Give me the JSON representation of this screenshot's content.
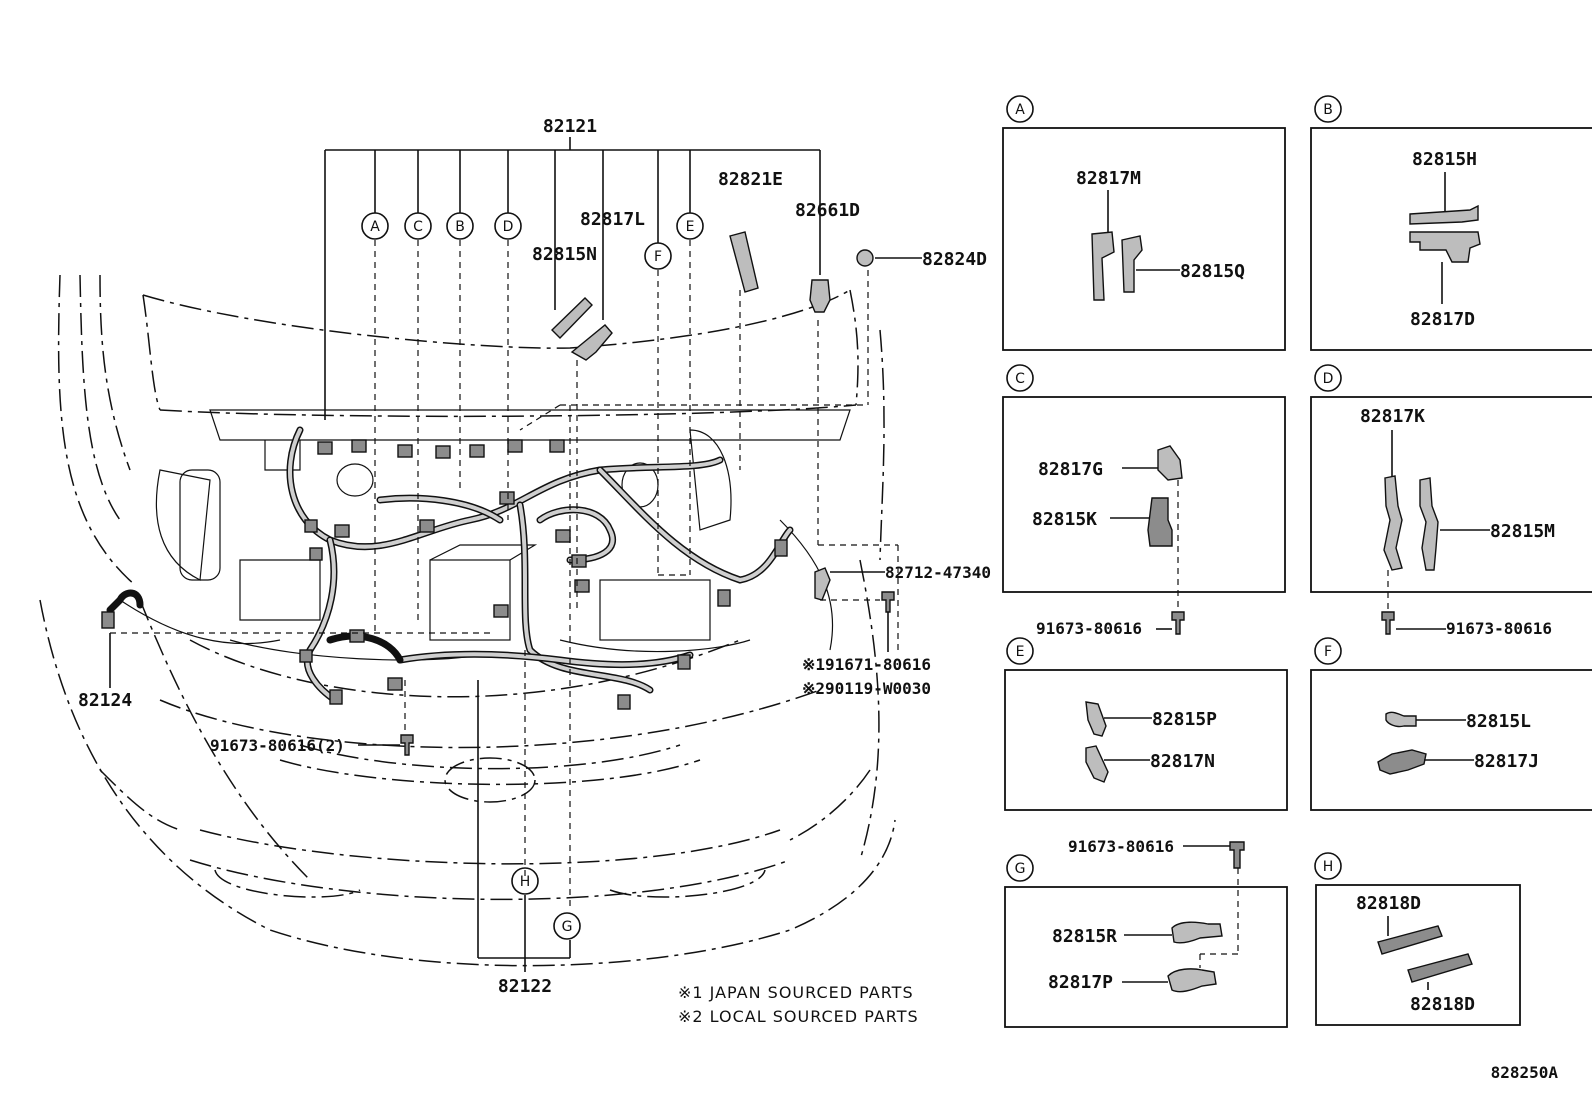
{
  "main": {
    "top_group": "82121",
    "bottom_group": "82122",
    "callouts": [
      "A",
      "C",
      "B",
      "D",
      "F",
      "E",
      "H",
      "G"
    ],
    "parts": {
      "p82815N": "82815N",
      "p82817L": "82817L",
      "p82821E": "82821E",
      "p82661D": "82661D",
      "p82824D": "82824D",
      "p82712": "82712-47340",
      "p82124": "82124",
      "bolt_qty": "91673-80616(2)",
      "note_bolt1": "※191671-80616",
      "note_bolt2": "※290119-W0030"
    }
  },
  "detail_boxes": {
    "A": {
      "callout": "A",
      "p1": "82817M",
      "p2": "82815Q"
    },
    "B": {
      "callout": "B",
      "p1": "82815H",
      "p2": "82817D"
    },
    "C": {
      "callout": "C",
      "p1": "82817G",
      "p2": "82815K",
      "bolt": "91673-80616"
    },
    "D": {
      "callout": "D",
      "p1": "82817K",
      "p2": "82815M",
      "bolt": "91673-80616"
    },
    "E": {
      "callout": "E",
      "p1": "82815P",
      "p2": "82817N"
    },
    "F": {
      "callout": "F",
      "p1": "82815L",
      "p2": "82817J"
    },
    "G": {
      "callout": "G",
      "p1": "82815R",
      "p2": "82817P",
      "bolt": "91673-80616"
    },
    "H": {
      "callout": "H",
      "p1": "82818D",
      "p2": "82818D"
    }
  },
  "notes": {
    "note1": "※1 JAPAN SOURCED PARTS",
    "note2": "※2 LOCAL SOURCED PARTS"
  },
  "figure_code": "828250A"
}
